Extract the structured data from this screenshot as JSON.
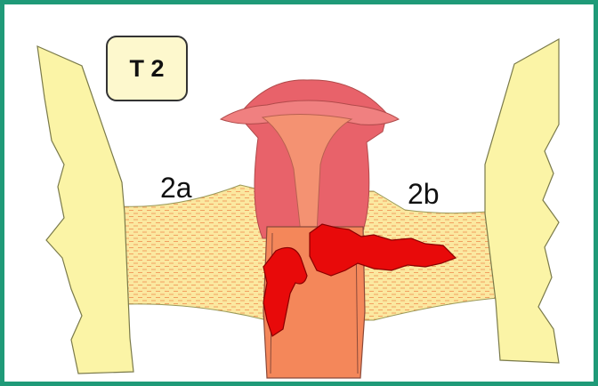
{
  "stage_label": "T 2",
  "regions": {
    "left_label": "2a",
    "right_label": "2b"
  },
  "colors": {
    "frame": "#1f9a78",
    "bone": "#fbf4a6",
    "bone_outline": "#7a7a4a",
    "parametrium": "#fbe8a0",
    "uterus_outer": "#e8626a",
    "uterus_inner": "#f07a5a",
    "cervix": "#f4875a",
    "tumor": "#e80a0a",
    "label_box": "#fdf8cd"
  }
}
